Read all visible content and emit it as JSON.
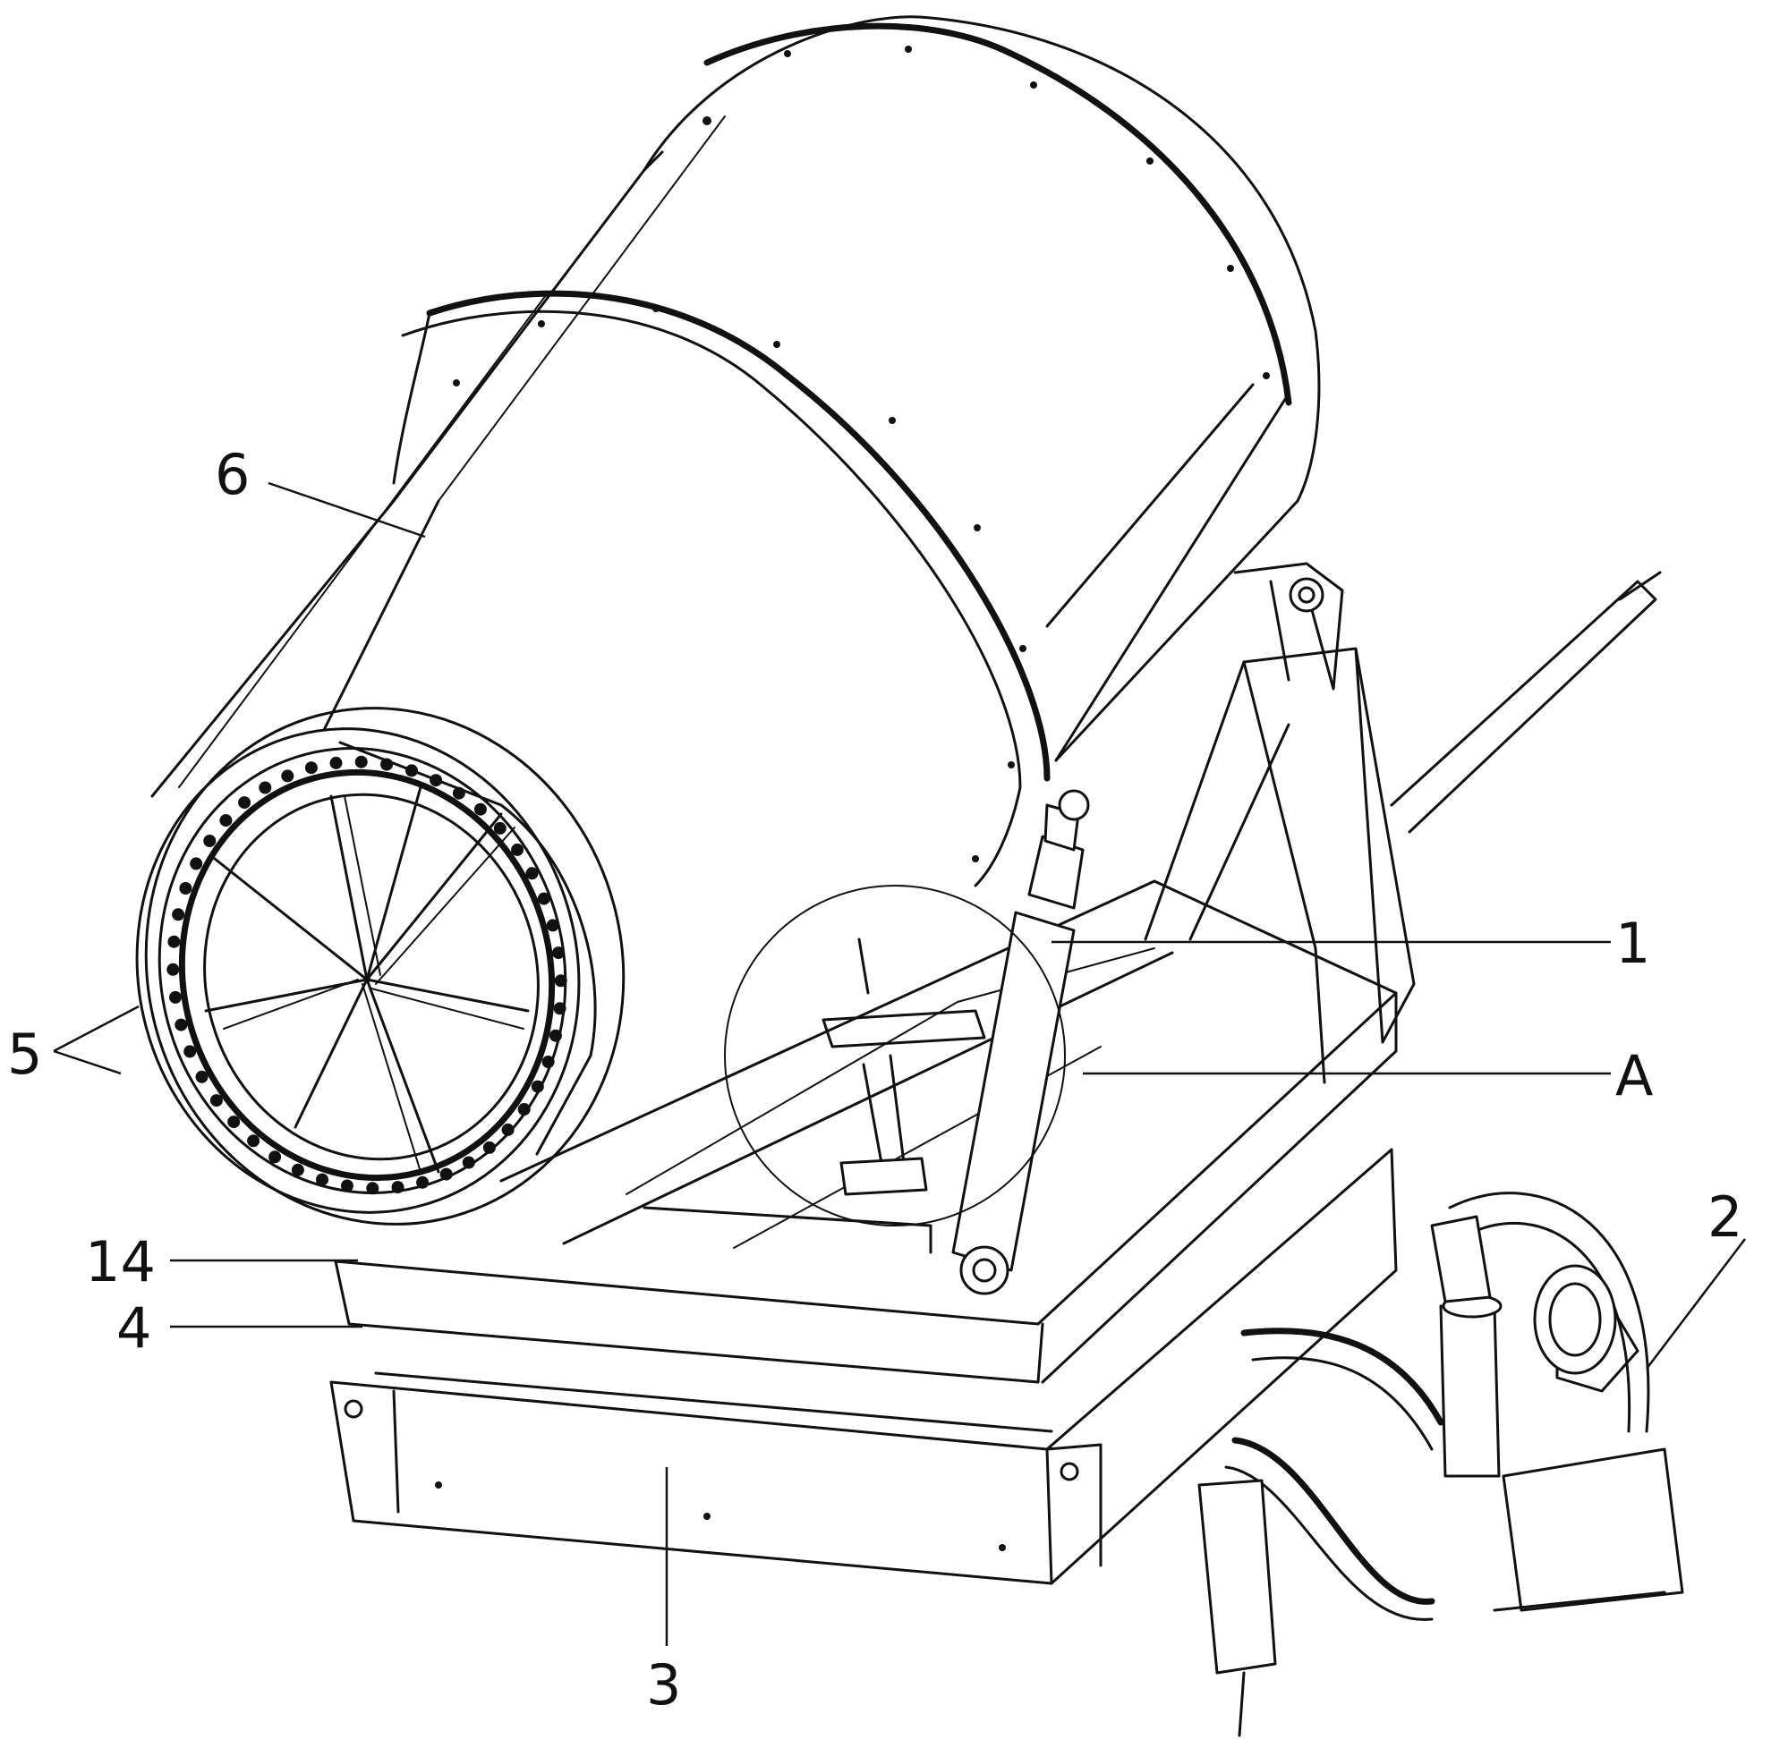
{
  "figure": {
    "type": "mechanical assembly drawing (isometric view)",
    "line_color": "#111111",
    "background": "#ffffff",
    "callouts": [
      {
        "id": "6",
        "label": "6"
      },
      {
        "id": "1",
        "label": "1"
      },
      {
        "id": "A",
        "label": "A"
      },
      {
        "id": "5",
        "label": "5"
      },
      {
        "id": "2",
        "label": "2"
      },
      {
        "id": "14",
        "label": "14"
      },
      {
        "id": "4",
        "label": "4"
      },
      {
        "id": "3",
        "label": "3"
      }
    ]
  }
}
